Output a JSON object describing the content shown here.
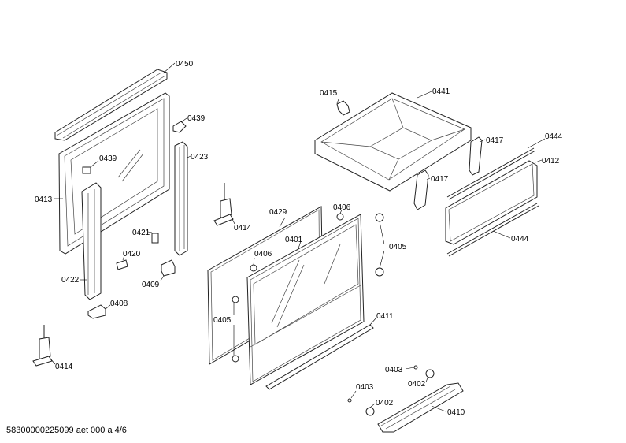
{
  "labels": {
    "l0450": "0450",
    "l0439a": "0439",
    "l0439b": "0439",
    "l0423": "0423",
    "l0413": "0413",
    "l0421": "0421",
    "l0420": "0420",
    "l0409": "0409",
    "l0422": "0422",
    "l0408": "0408",
    "l0414a": "0414",
    "l0414b": "0414",
    "l0429": "0429",
    "l0406a": "0406",
    "l0406b": "0406",
    "l0401": "0401",
    "l0405a": "0405",
    "l0405b": "0405",
    "l0411": "0411",
    "l0415": "0415",
    "l0441": "0441",
    "l0417a": "0417",
    "l0417b": "0417",
    "l0444a": "0444",
    "l0444b": "0444",
    "l0412": "0412",
    "l0403a": "0403",
    "l0403b": "0403",
    "l0402a": "0402",
    "l0402b": "0402",
    "l0410": "0410"
  },
  "footer": "58300000225099 aet 000 a 4/6"
}
